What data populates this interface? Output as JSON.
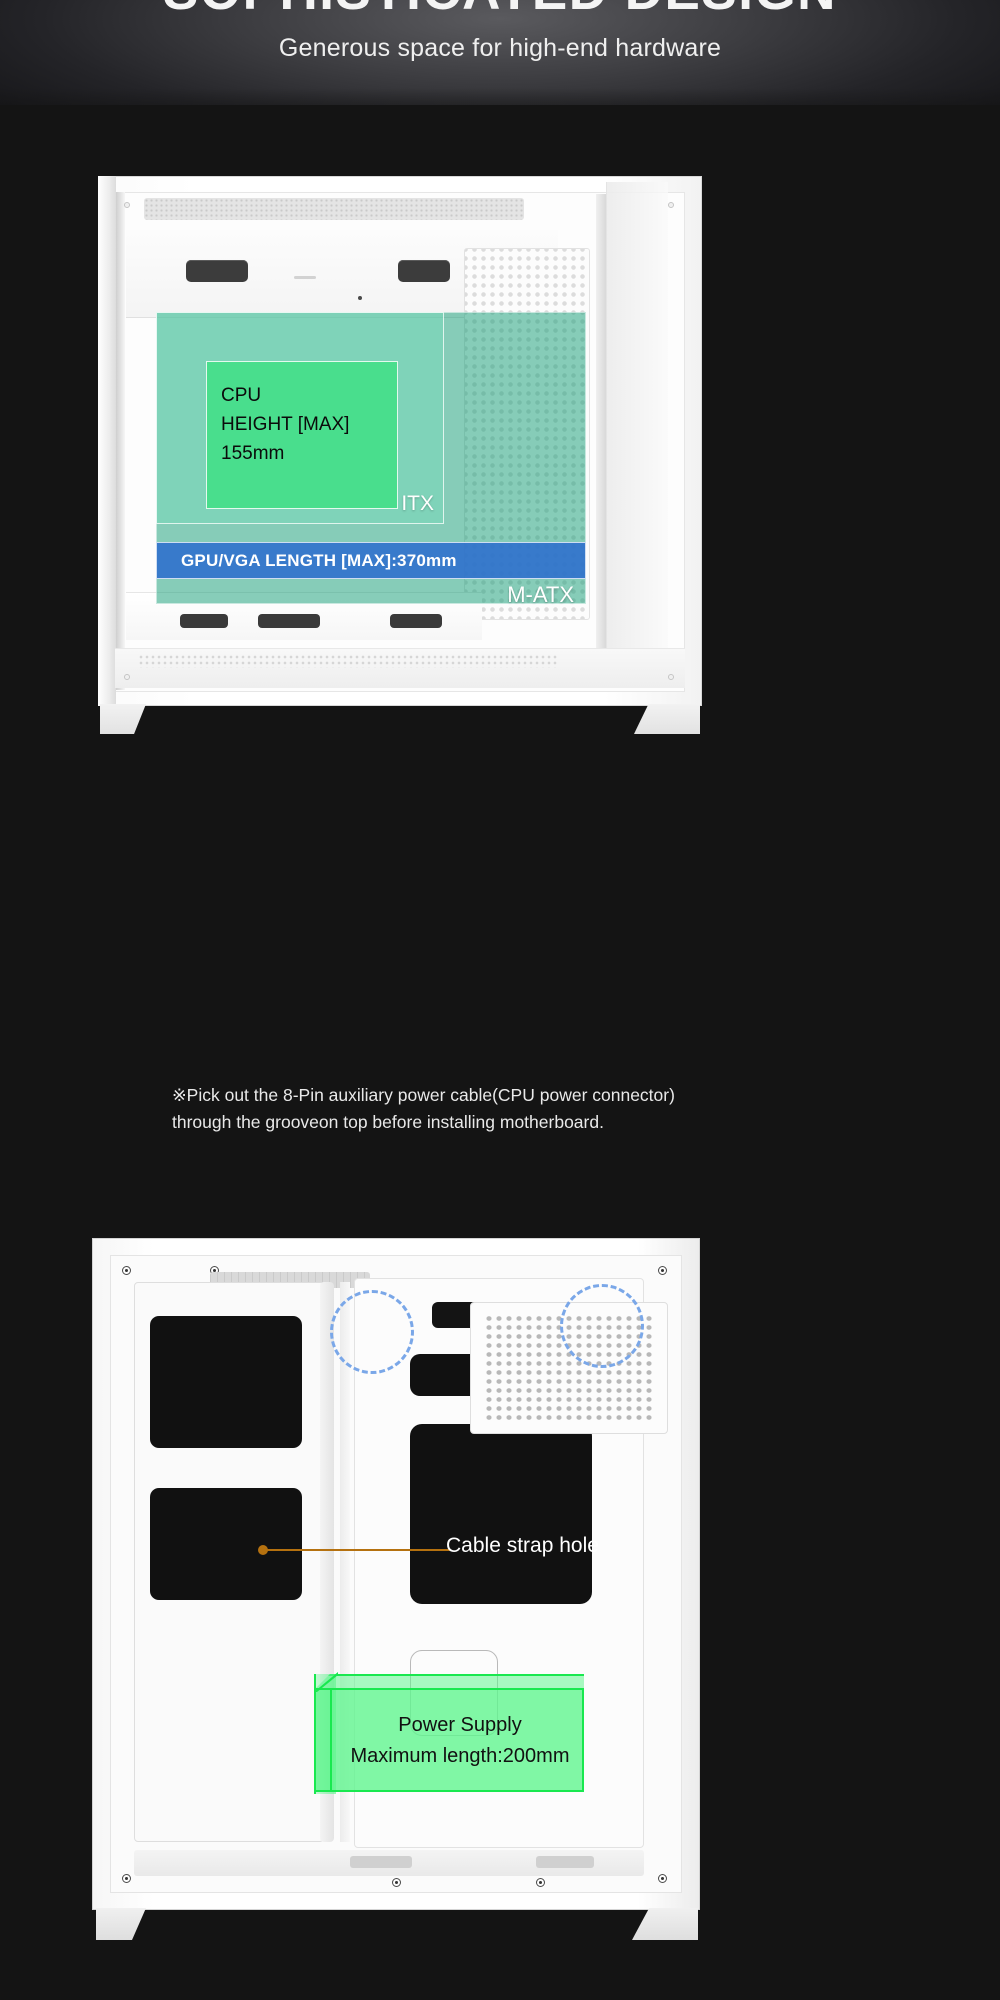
{
  "header": {
    "title": "SOPHISTICATED DESIGN",
    "subtitle": "Generous space for high-end hardware"
  },
  "figure1": {
    "name": "pc-case-interior-front-view",
    "overlays": {
      "cpu_clearance": {
        "label": "CPU\nHEIGHT [MAX]\n155mm",
        "color": "#3ce182"
      },
      "gpu_length": {
        "label": "GPU/VGA LENGTH [MAX]:370mm",
        "color": "#2e6ecd"
      },
      "itx_label": "ITX",
      "matx_label": "M-ATX",
      "itx_color": "#78dcb9",
      "matx_color": "#18a078"
    }
  },
  "note": {
    "line1": "※Pick out the 8-Pin auxiliary power cable(CPU power connector)",
    "line2": "through the grooveon top before installing motherboard."
  },
  "figure2": {
    "name": "pc-case-interior-rear-view",
    "callout": {
      "label": "Cable strap hole",
      "color": "#b5710f"
    },
    "psu": {
      "line1": "Power Supply",
      "line2": "Maximum length:200mm",
      "color": "#19e84f"
    },
    "highlight_circles_color": "#7aa7e8"
  }
}
